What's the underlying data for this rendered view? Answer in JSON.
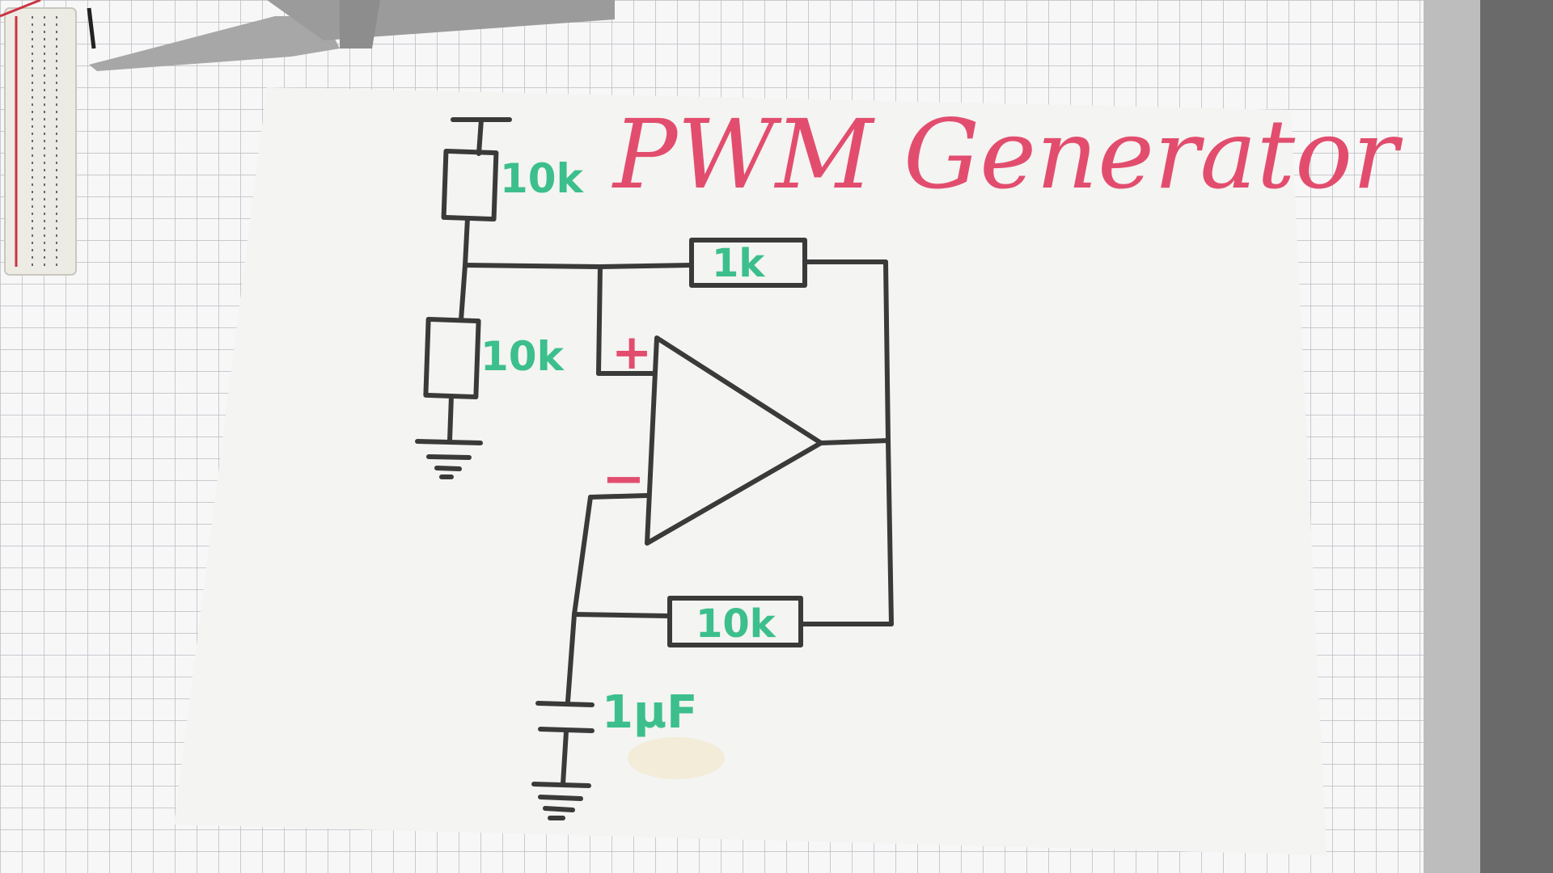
{
  "diagram": {
    "title": "PWM Generator",
    "resistors": {
      "r_top": "10k",
      "r_bottom": "10k",
      "r_feedback_positive": "1k",
      "r_feedback_negative": "10k"
    },
    "capacitor": "1µF",
    "opamp": {
      "plus_symbol": "+",
      "minus_symbol": "−"
    }
  },
  "colors": {
    "title": "#e24d6e",
    "component_labels": "#3cbf8c",
    "wires": "#3a3a3a",
    "paper": "#f4f4f2",
    "grid_background": "#ffffff",
    "grid_lines": "#b8bcc2"
  }
}
